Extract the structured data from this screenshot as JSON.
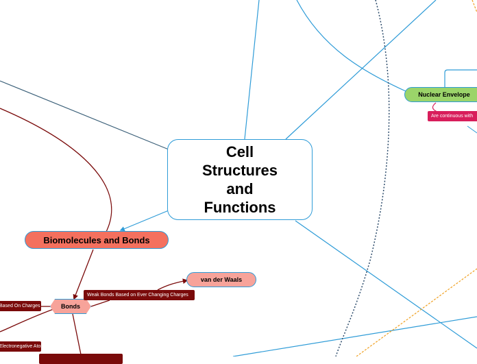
{
  "central_topic": "Cell\nStructures\nand\nFunctions",
  "nodes": {
    "biomolecules": "Biomolecules and Bonds",
    "nuclear_envelope": "Nuclear Envelope",
    "van_der_waals": "van der Waals",
    "bonds": "Bonds"
  },
  "relationship_labels": {
    "continuous_with": "Are continuous with",
    "weak_bonds": "Weak Bonds Based on Ever Changing Charges",
    "based_on_charges": "Based On Charges",
    "electronegative_atom": "Electronegative Atom",
    "bottom_label": ""
  },
  "colors": {
    "link_blue": "#2d9bd7",
    "link_slate": "#3a5f78",
    "link_darkred": "#7a0a0a",
    "link_orange": "#f0a020",
    "link_navy": "#2b4a6a",
    "link_pink": "#d81e5b",
    "node_salmon": "#f4705e",
    "node_green": "#9bd46a",
    "node_pink": "#f7a39a"
  }
}
